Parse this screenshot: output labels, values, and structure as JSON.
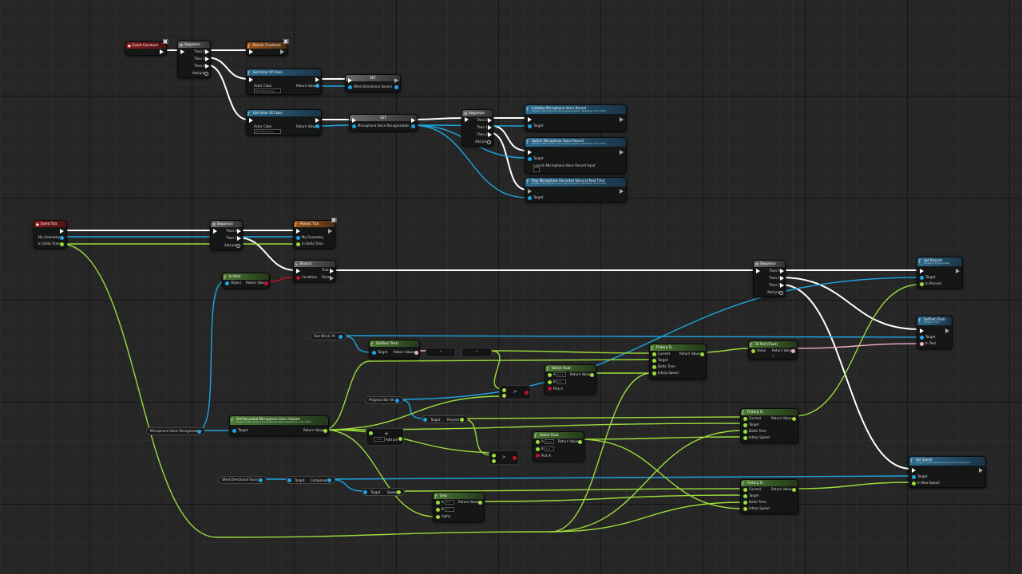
{
  "colors": {
    "exec": "#ffffff",
    "object": "#1ea6e3",
    "float": "#9cdc3c",
    "bool": "#c1112b",
    "string": "#f0b0c8",
    "event_header": "#8b1c1c",
    "parent_header": "#a0561c",
    "function_header": "#2e6b8e",
    "pure_header": "#4d7a33"
  },
  "icons": {
    "event": "event-icon",
    "monitor": "monitor-icon",
    "function": "function-icon"
  },
  "nodes": {
    "construct_event": {
      "title": "Event Construct"
    },
    "sequence1": {
      "title": "Sequence",
      "then0": "Then 0",
      "then1": "Then 1",
      "then2": "Then 2",
      "add": "Add pin"
    },
    "parent_construct": {
      "title": "Parent: Construct"
    },
    "get_actor1": {
      "title": "Get Actor Of Class",
      "actor_class": "Actor Class",
      "return": "Return Value",
      "class_value": "Wind Directiona"
    },
    "set1": {
      "title": "SET",
      "var": "Wind Directional Source"
    },
    "get_actor2": {
      "title": "Get Actor Of Class",
      "actor_class": "Actor Class",
      "return": "Return Value",
      "class_value": "Microphone Voi"
    },
    "set2": {
      "title": "SET",
      "var": "Microphone Voice Recognization"
    },
    "sequence2": {
      "title": "Sequence",
      "then0": "Then 0",
      "then1": "Then 1",
      "then2": "Then 2",
      "add": "Add pin"
    },
    "init_mic": {
      "title": "Initialize Microphone Voice Record",
      "sub": "Target is Microphone Voice Recognization Realtime Actor Pixel",
      "target": "Target"
    },
    "switch_mic": {
      "title": "Switch Microphone Voice Record",
      "sub": "Target is Microphone Voice Recognization Realtime Actor Pixel",
      "target": "Target",
      "param": "Launch Microphone Voice Record Input"
    },
    "play_mic": {
      "title": "Play Microphone Recorded Voice at Real Time",
      "sub": "Target is Microphone Voice Recognization Realtime Actor Pixel",
      "target": "Target"
    },
    "tick_event": {
      "title": "Event Tick",
      "geometry": "My Geometry",
      "delta": "In Delta Time"
    },
    "sequence3": {
      "title": "Sequence",
      "then0": "Then 0",
      "then1": "Then 1",
      "add": "Add pin"
    },
    "parent_tick": {
      "title": "Parent: Tick",
      "geometry": "My Geometry",
      "delta": "In Delta Time"
    },
    "is_valid": {
      "title": "Is Valid",
      "object": "Object",
      "return": "Return Value"
    },
    "branch": {
      "title": "Branch",
      "true": "True",
      "false": "False",
      "condition": "Condition"
    },
    "sequence4": {
      "title": "Sequence",
      "then0": "Then 0",
      "then1": "Then 1",
      "then2": "Then 2",
      "add": "Add pin"
    },
    "set_percent": {
      "title": "Set Percent",
      "sub": "Target is Progress Bar",
      "target": "Target",
      "in_percent": "In Percent"
    },
    "set_text": {
      "title": "SetText (Text)",
      "sub": "Target is Text",
      "target": "Target",
      "in_text": "In Text"
    },
    "text_block": {
      "title": "Text Block 76"
    },
    "get_text": {
      "title": "GetText (Text)",
      "target": "Target",
      "return": "Return Value"
    },
    "finterp1": {
      "title": "FInterp To",
      "current": "Current",
      "target": "Target",
      "delta": "Delta Time",
      "speed": "Interp Speed",
      "return": "Return Value"
    },
    "to_text": {
      "title": "To Text (Float)",
      "value": "Value",
      "return": "Return Value"
    },
    "select_float1": {
      "title": "Select Float",
      "a": "A",
      "b": "B",
      "pick": "Pick A",
      "return": "Return Value",
      "a_val": "10.0",
      "b_val": "1.0"
    },
    "progress_bar": {
      "title": "Progress Bar 00"
    },
    "get_percent": {
      "title": "Target",
      "return": "Percent"
    },
    "finterp2": {
      "title": "FInterp To",
      "current": "Current",
      "target": "Target",
      "delta": "Delta Time",
      "speed": "Interp Speed",
      "return": "Return Value"
    },
    "mic_var": {
      "title": "Microphone Voice Recognization"
    },
    "get_recorded": {
      "title": "Get Recorded Microphone Voice Volume",
      "sub": "Target is Microphone Voice Recognization Realtime Actor Pixel",
      "target": "Target",
      "return": "Return Value"
    },
    "add_node": {
      "title": "Add pin",
      "value": "25.0"
    },
    "select_float2": {
      "title": "Select Float",
      "a": "A",
      "b": "B",
      "pick": "Pick A",
      "return": "Return Value",
      "a_val": "10.0",
      "b_val": "1.0"
    },
    "set_speed": {
      "title": "Set Speed",
      "sub": "Target is Wind Directional Source Component",
      "target": "Target",
      "new_speed": "In New Speed"
    },
    "wind_var": {
      "title": "Wind Directional Source"
    },
    "get_component": {
      "title": "Target",
      "return": "Component"
    },
    "get_speed": {
      "title": "Target",
      "return": "Speed"
    },
    "lerp": {
      "title": "Lerp",
      "a": "A",
      "b": "B",
      "alpha": "Alpha",
      "return": "Return Value",
      "a_val": "0.0",
      "b_val": "0.0"
    },
    "finterp3": {
      "title": "FInterp To",
      "current": "Current",
      "target": "Target",
      "delta": "Delta Time",
      "speed": "Interp Speed",
      "return": "Return Value"
    }
  }
}
